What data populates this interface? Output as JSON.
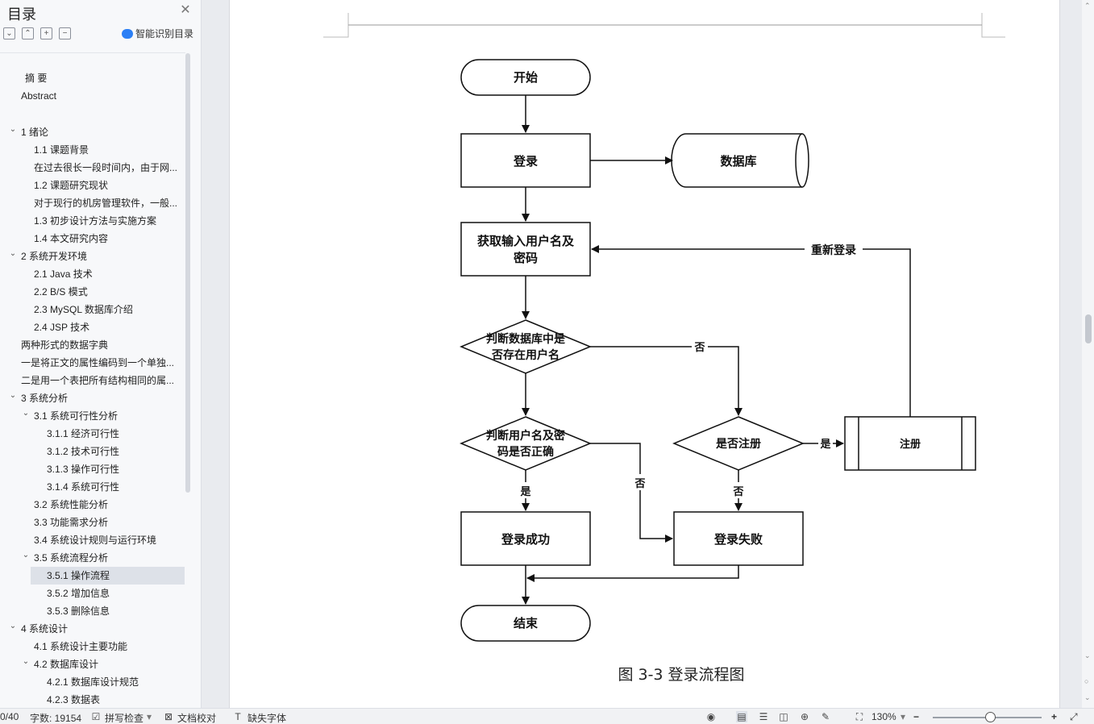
{
  "sidebar": {
    "title": "目录",
    "ai_toc_label": "智能识别目录",
    "toc": [
      {
        "label": "摘 要",
        "level": 0
      },
      {
        "label": "Abstract",
        "level": 0
      },
      {
        "label": "1 绪论",
        "level": 0,
        "expanded": true
      },
      {
        "label": "1.1  课题背景",
        "level": 1
      },
      {
        "label": "在过去很长一段时间内，由于网...",
        "level": 1
      },
      {
        "label": "1.2  课题研究现状",
        "level": 1
      },
      {
        "label": "对于现行的机房管理软件，一般...",
        "level": 1
      },
      {
        "label": "1.3  初步设计方法与实施方案",
        "level": 1
      },
      {
        "label": "1.4  本文研究内容",
        "level": 1
      },
      {
        "label": "2  系统开发环境",
        "level": 0,
        "expanded": true
      },
      {
        "label": "2.1  Java 技术",
        "level": 1
      },
      {
        "label": "2.2  B/S 模式",
        "level": 1
      },
      {
        "label": "2.3  MySQL 数据库介绍",
        "level": 1
      },
      {
        "label": "2.4  JSP 技术",
        "level": 1
      },
      {
        "label": "两种形式的数据字典",
        "level": 0
      },
      {
        "label": "一是将正文的属性编码到一个单独...",
        "level": 0
      },
      {
        "label": "二是用一个表把所有结构相同的属...",
        "level": 0
      },
      {
        "label": "3  系统分析",
        "level": 0,
        "expanded": true
      },
      {
        "label": "3.1  系统可行性分析",
        "level": 1,
        "expanded": true
      },
      {
        "label": "3.1.1  经济可行性",
        "level": 2
      },
      {
        "label": "3.1.2  技术可行性",
        "level": 2
      },
      {
        "label": "3.1.3  操作可行性",
        "level": 2
      },
      {
        "label": "3.1.4 系统可行性",
        "level": 2
      },
      {
        "label": "3.2  系统性能分析",
        "level": 1
      },
      {
        "label": "3.3  功能需求分析",
        "level": 1
      },
      {
        "label": "3.4  系统设计规则与运行环境",
        "level": 1
      },
      {
        "label": "3.5 系统流程分析",
        "level": 1,
        "expanded": true
      },
      {
        "label": "3.5.1 操作流程",
        "level": 2,
        "selected": true
      },
      {
        "label": "3.5.2 增加信息",
        "level": 2
      },
      {
        "label": "3.5.3 删除信息",
        "level": 2
      },
      {
        "label": "4  系统设计",
        "level": 0,
        "expanded": true
      },
      {
        "label": "4.1  系统设计主要功能",
        "level": 1
      },
      {
        "label": "4.2  数据库设计",
        "level": 1,
        "expanded": true
      },
      {
        "label": "4.2.1  数据库设计规范",
        "level": 2
      },
      {
        "label": "4.2.3  数据表",
        "level": 2
      }
    ]
  },
  "flowchart": {
    "start": "开始",
    "login": "登录",
    "database": "数据库",
    "input_line1": "获取输入用户名及",
    "input_line2": "密码",
    "check_user_line1": "判断数据库中是",
    "check_user_line2": "否存在用户名",
    "check_pwd_line1": "判断用户名及密",
    "check_pwd_line2": "码是否正确",
    "register_q": "是否注册",
    "register": "注册",
    "success": "登录成功",
    "fail": "登录失败",
    "end": "结束",
    "relogin": "重新登录",
    "yes": "是",
    "no": "否",
    "caption": "图 3-3 登录流程图"
  },
  "status": {
    "page": "0/40",
    "word_count": "字数: 19154",
    "spell_check": "拼写检查",
    "doc_proof": "文档校对",
    "missing_font": "缺失字体",
    "zoom": "130%"
  }
}
